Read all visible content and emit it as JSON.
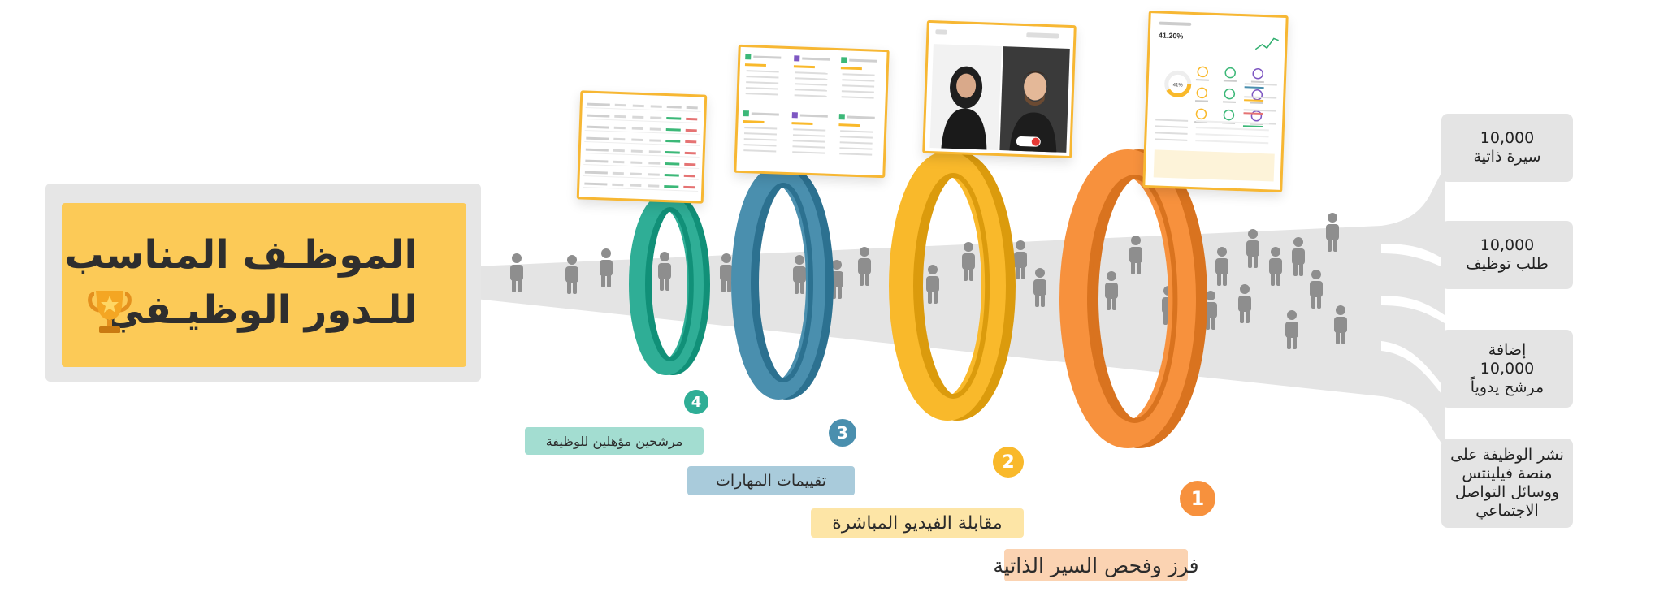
{
  "title": {
    "line1": "الموظـف المناسب",
    "line2": "للـدور الوظيـفي"
  },
  "sources": [
    {
      "lines": [
        "10,000",
        "سيرة ذاتية"
      ]
    },
    {
      "lines": [
        "10,000",
        "طلب توظيف"
      ]
    },
    {
      "lines": [
        "إضافة",
        "10,000",
        "مرشح يدوياً"
      ]
    },
    {
      "lines": [
        "نشر الوظيفة على",
        "منصة فيلينتس",
        "ووسائل التواصل",
        "الاجتماعي"
      ]
    }
  ],
  "stages": [
    {
      "number": "1",
      "label": "فرز وفحص السير الذاتية",
      "color": "#f7913d",
      "pill_color": "#fbd3b2"
    },
    {
      "number": "2",
      "label": "مقابلة الفيديو المباشرة",
      "color": "#f9b92b",
      "pill_color": "#fde5a6"
    },
    {
      "number": "3",
      "label": "تقييمات المهارات",
      "color": "#4a8fae",
      "pill_color": "#a9cbdb"
    },
    {
      "number": "4",
      "label": "مرشحين مؤهلين للوظيفة",
      "color": "#2fae96",
      "pill_color": "#a3ddd1"
    }
  ],
  "dashboard": {
    "percent": "41.20%",
    "ring_value": "41%"
  },
  "icons": {
    "person": "person-icon",
    "trophy": "trophy-icon"
  },
  "colors": {
    "funnel": "#e4e4e4",
    "person": "#8e8e8e",
    "card_border": "#f7b733",
    "title_card": "#fcca57"
  }
}
